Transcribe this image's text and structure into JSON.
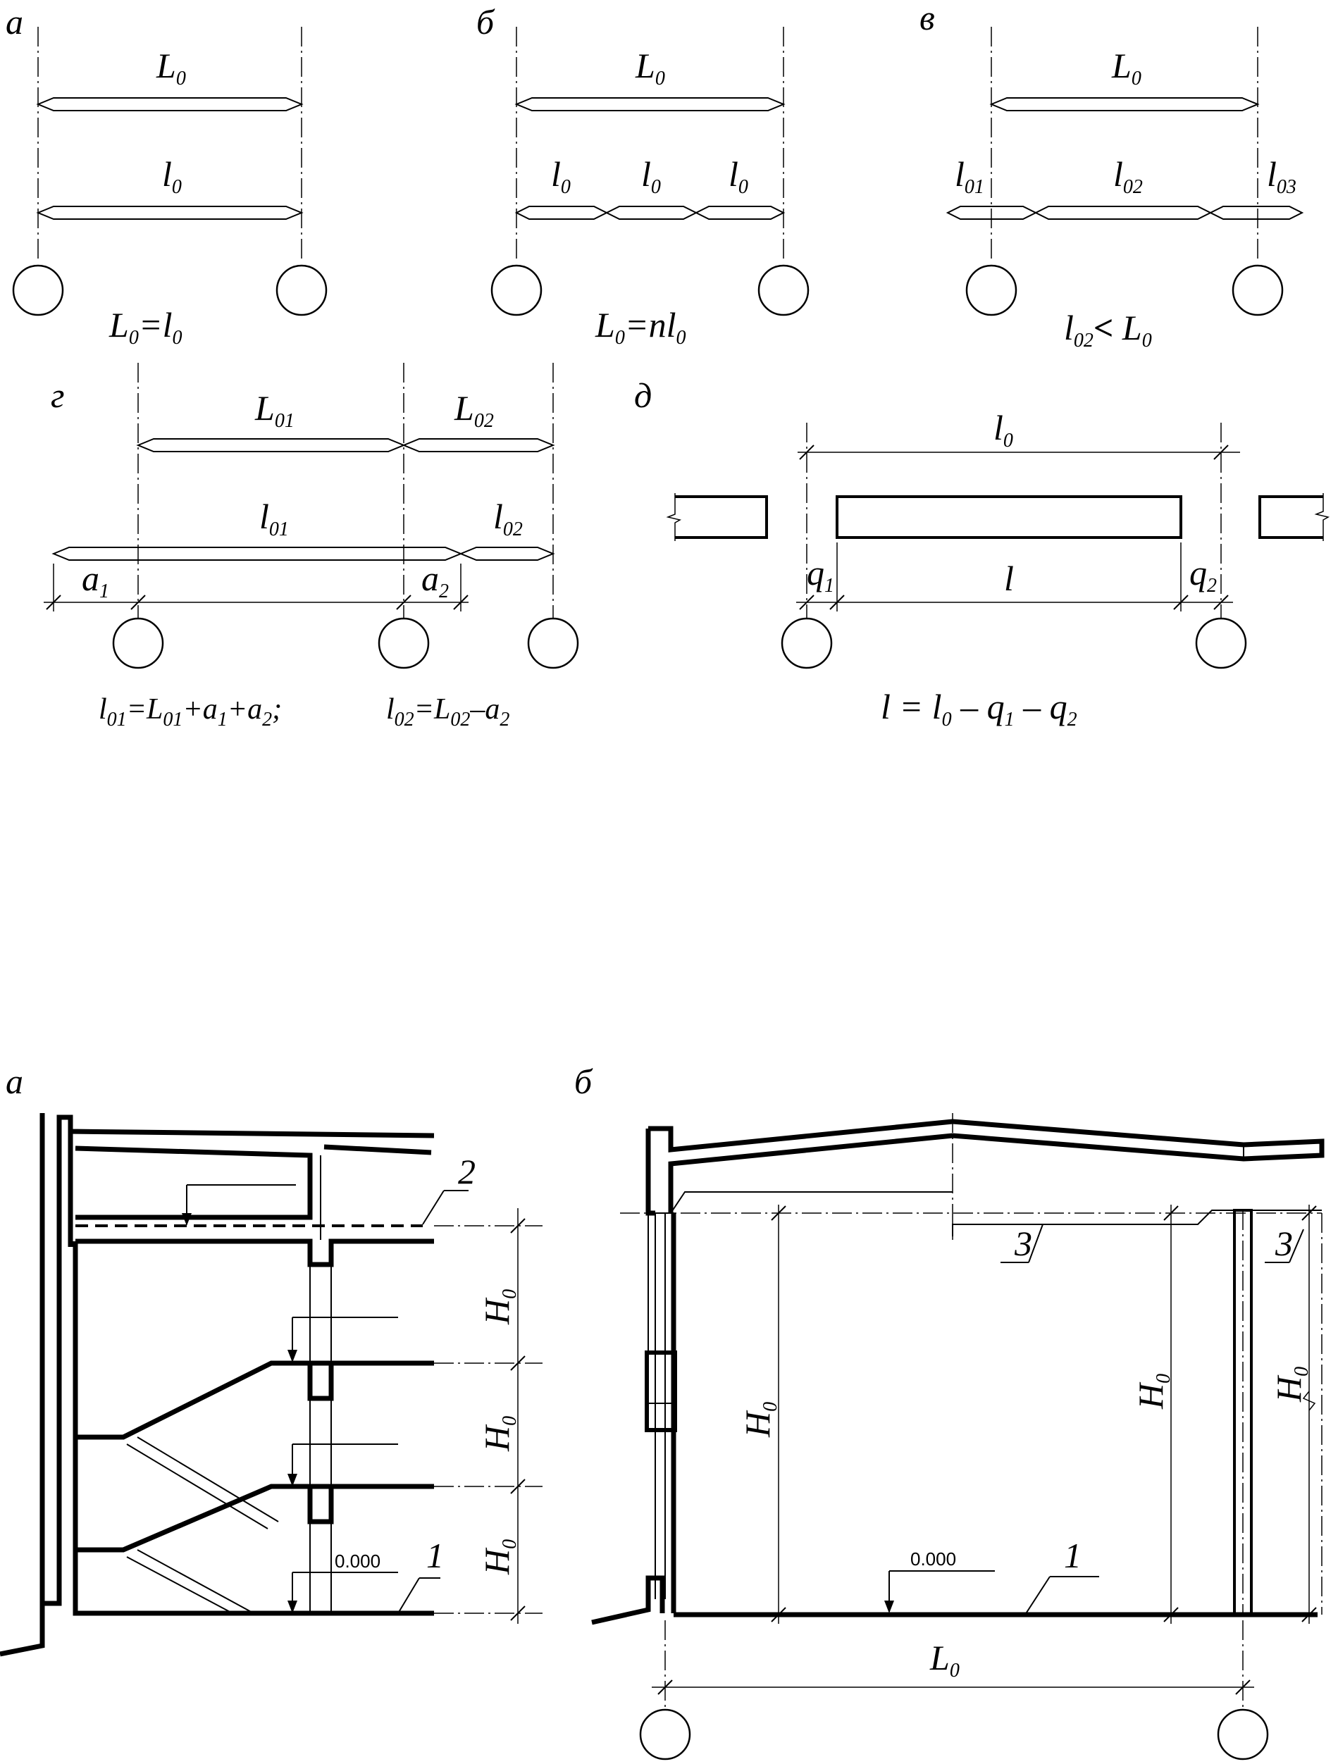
{
  "top": {
    "a": {
      "tag": "а",
      "span_label": "L",
      "span_sub": "0",
      "element_label": "l",
      "element_sub": "0",
      "formula": [
        "L",
        "0",
        "=",
        "l",
        "0"
      ]
    },
    "b": {
      "tag": "б",
      "span_label": "L",
      "span_sub": "0",
      "element_label": "l",
      "element_sub": "0",
      "formula": [
        "L",
        "0",
        "=",
        "nl",
        "0"
      ]
    },
    "v": {
      "tag": "в",
      "span_label": "L",
      "span_sub": "0",
      "el1": "l",
      "el1_sub": "01",
      "el2": "l",
      "el2_sub": "02",
      "el3": "l",
      "el3_sub": "03",
      "formula": [
        "l",
        "02",
        "<",
        "L",
        "0"
      ]
    },
    "g": {
      "tag": "г",
      "span1": "L",
      "span1_sub": "01",
      "span2": "L",
      "span2_sub": "02",
      "el1": "l",
      "el1_sub": "01",
      "el2": "l",
      "el2_sub": "02",
      "a1": "a",
      "a1_sub": "1",
      "a2": "a",
      "a2_sub": "2",
      "formula1": [
        "l",
        "01",
        "=",
        "L",
        "01",
        "+",
        "a",
        "1",
        "+",
        "a",
        "2",
        ";"
      ],
      "formula2": [
        "l",
        "02",
        "=",
        "L",
        "02",
        "–",
        "a",
        "2"
      ]
    },
    "d": {
      "tag": "д",
      "span_label": "l",
      "span_sub": "0",
      "clear_label": "l",
      "q1": "q",
      "q1_sub": "1",
      "q2": "q",
      "q2_sub": "2",
      "formula": [
        "l",
        "=",
        "l",
        "0",
        "–",
        "q",
        "1",
        "–",
        "q",
        "2"
      ]
    }
  },
  "bottom": {
    "a": {
      "tag": "а",
      "height_label": "H",
      "height_sub": "0",
      "marker_1": "1",
      "marker_2": "2",
      "level": "0.000"
    },
    "b": {
      "tag": "б",
      "height_label": "H",
      "height_sub": "0",
      "marker_1": "1",
      "marker_3": "3",
      "level": "0.000",
      "span_label": "L",
      "span_sub": "0"
    }
  }
}
